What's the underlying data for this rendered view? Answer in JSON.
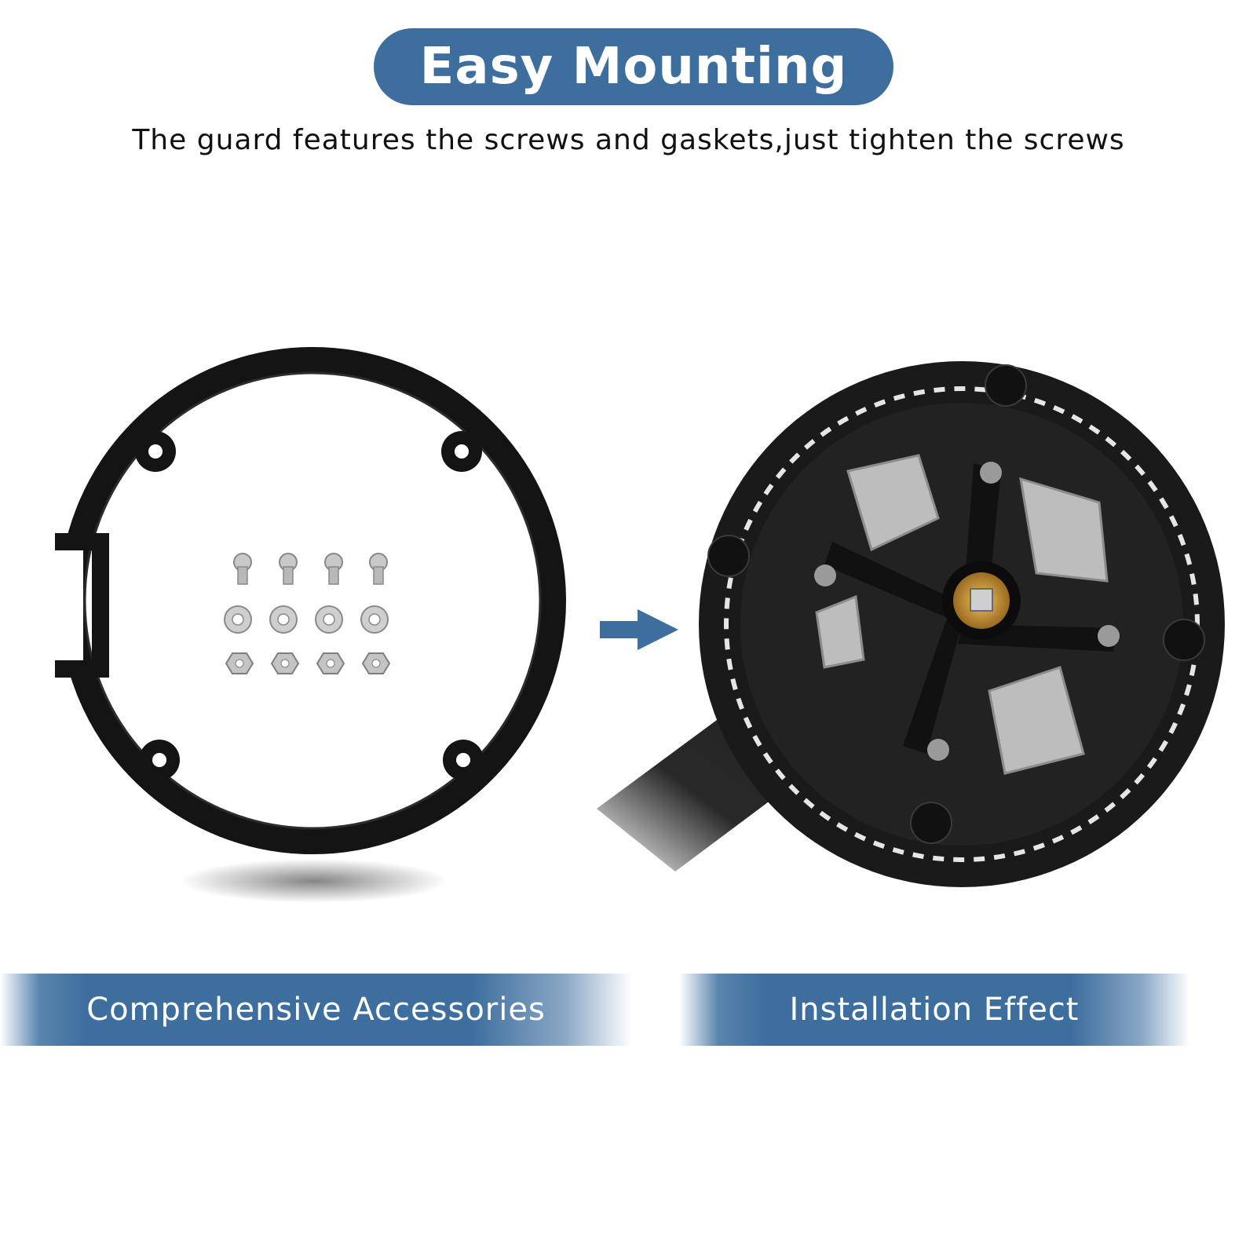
{
  "header": {
    "title": "Easy Mounting",
    "subtitle": "The guard features the screws and gaskets,just tighten the screws"
  },
  "captions": {
    "left": "Comprehensive Accessories",
    "right": "Installation Effect"
  },
  "colors": {
    "accent": "#3d6e9e",
    "guard": "#141414",
    "metal": "#c9c9c9",
    "axle_gold": "#d9a441"
  },
  "icons": {
    "arrow": "arrow-right-icon",
    "guard": "chainring-guard-ring",
    "crankset": "crankset-with-guard"
  },
  "hardware": {
    "screws": 4,
    "washers": 4,
    "nuts": 4
  }
}
